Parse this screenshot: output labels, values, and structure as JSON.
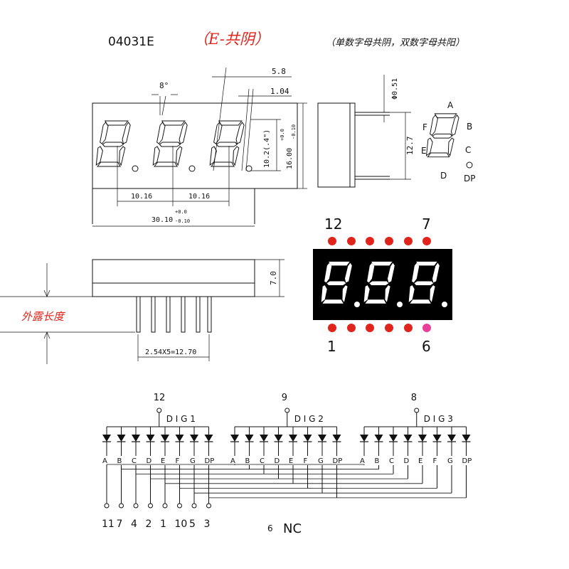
{
  "header": {
    "model": "04031E",
    "type_note": "（E-共阴）",
    "description": "（单数字母共阴，双数字母共阳）"
  },
  "dimensions": {
    "angle": "8°",
    "seg_w": "5.8",
    "seg_t": "1.04",
    "digit_h": "10.2(.4\")",
    "body_h": "16.00",
    "body_h_tol_top": "+0.0",
    "body_h_tol_bot": "-0.10",
    "pitch_1": "10.16",
    "pitch_2": "10.16",
    "body_w": "30.10",
    "body_w_tol_top": "+0.0",
    "body_w_tol_bot": "-0.10",
    "pin_d": "Φ0.51",
    "side_h": "12.7",
    "depth": "7.0",
    "pin_spacing": "2.54X5=12.70",
    "exposed_length": "外露长度"
  },
  "segment_labels": {
    "a": "A",
    "b": "B",
    "c": "C",
    "d": "D",
    "e": "E",
    "f": "F",
    "dp": "DP"
  },
  "pinout": {
    "top_left": "12",
    "top_right": "7",
    "bottom_left": "1",
    "bottom_right": "6",
    "pin_color": "#e0241b",
    "pin6_color": "#e8409a",
    "display_bg": "#000000"
  },
  "schematic": {
    "digits": [
      {
        "pin": "12",
        "label": "D I G 1"
      },
      {
        "pin": "9",
        "label": "D I G 2"
      },
      {
        "pin": "8",
        "label": "D I G 3"
      }
    ],
    "segments": [
      "A",
      "B",
      "C",
      "D",
      "E",
      "F",
      "G",
      "DP"
    ],
    "bottom_pins": [
      "11",
      "7",
      "4",
      "2",
      "1",
      "10",
      "5",
      "3"
    ],
    "nc_pin": "6",
    "nc_label": "NC"
  }
}
